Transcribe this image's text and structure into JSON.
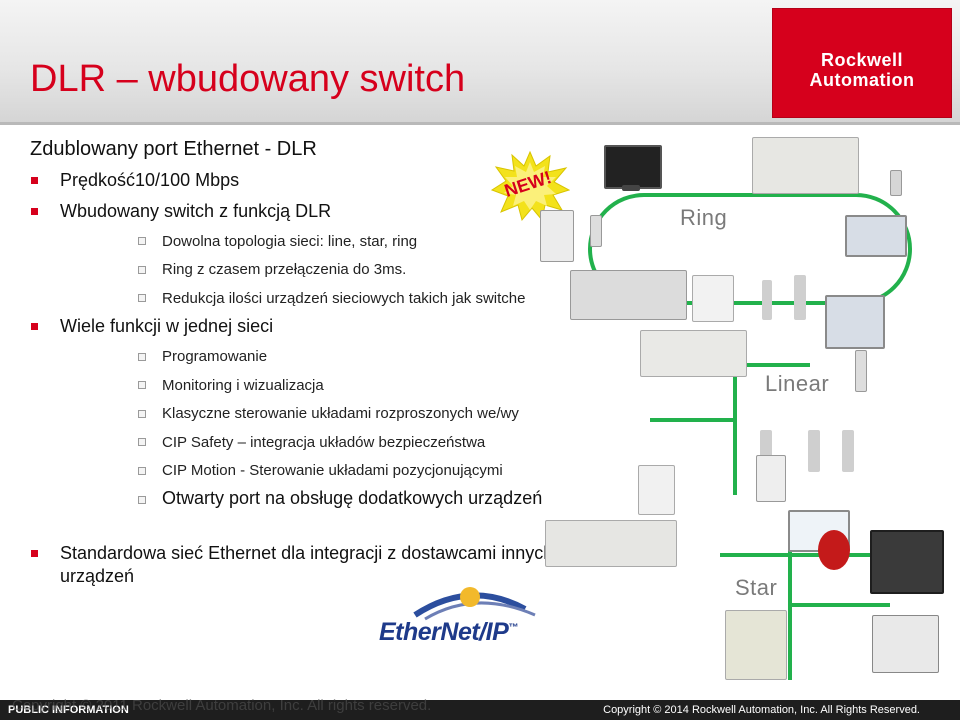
{
  "slide": {
    "title": "DLR – wbudowany switch",
    "logo": {
      "line1": "Rockwell",
      "line2": "Automation"
    }
  },
  "content": {
    "heading": "Zdublowany port Ethernet - DLR",
    "bullets": [
      "Prędkość10/100 Mbps",
      "Wbudowany switch z funkcją DLR",
      "Wiele funkcji w jednej sieci"
    ],
    "sub1": [
      "Dowolna topologia sieci: line, star, ring",
      "Ring z czasem przełączenia do 3ms.",
      "Redukcja ilości urządzeń sieciowych takich jak switche"
    ],
    "sub2": [
      "Programowanie",
      "Monitoring i wizualizacja",
      "Klasyczne sterowanie układami rozproszonych we/wy",
      "CIP Safety – integracja układów bezpieczeństwa",
      "CIP Motion - Sterowanie układami pozycjonującymi",
      "Otwarty port na obsługę dodatkowych urządzeń"
    ],
    "bottom_bullet_line1": "Standardowa sieć Ethernet dla integracji z dostawcami innych",
    "bottom_bullet_line2": "urządzeń"
  },
  "diagram": {
    "ring_label": "Ring",
    "linear_label": "Linear",
    "star_label": "Star",
    "new_badge": "NEW!",
    "ethernet_logo": "EtherNet/IP",
    "ethernet_tm": "™",
    "network_color": "#22b14c"
  },
  "footer": {
    "left": "PUBLIC INFORMATION",
    "right": "Copyright © 2014 Rockwell Automation, Inc. All Rights Reserved.",
    "ghost": "Copyright © 2011 Rockwell Automation, Inc. All rights reserved."
  }
}
